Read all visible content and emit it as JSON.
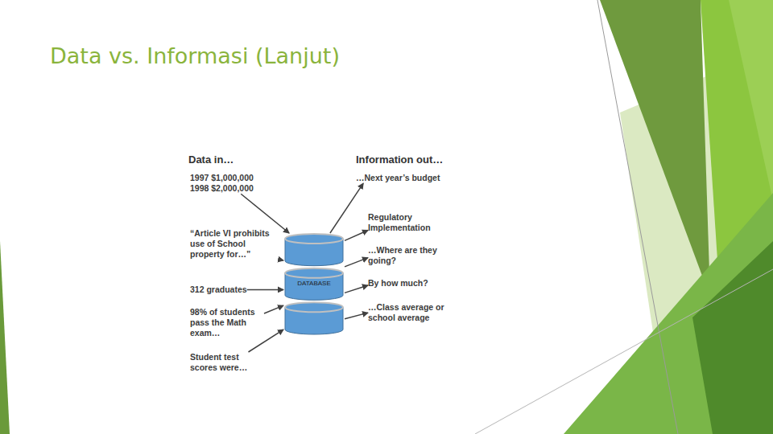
{
  "diagram": {
    "title": "Data vs. Informasi (Lanjut)",
    "nodes": [
      {
        "text": [
          "1997 $1,000,000 1998 $2,000,000"
        ]
      },
      {
        "text": [
          "“Article VI prohibits use of School property for…”"
        ]
      },
      {
        "text": [
          "312 graduates"
        ]
      },
      {
        "text": [
          "98% of students pass the Math exam…"
        ]
      },
      {
        "text": [
          "Student test scores were…"
        ]
      },
      {
        "text": [
          "DATABASE"
        ]
      },
      {
        "text": [
          "…Next year’s budget"
        ]
      },
      {
        "text": [
          "Regulatory Implementation"
        ]
      },
      {
        "text": [
          "…Where are they going?"
        ]
      },
      {
        "text": [
          "By how much?"
        ]
      },
      {
        "text": [
          "…Class average or school average"
        ]
      }
    ],
    "edges": [
      {
        "from": 0,
        "to": 5,
        "arrow": "to"
      },
      {
        "from": 1,
        "to": 5,
        "arrow": "to"
      },
      {
        "from": 2,
        "to": 5,
        "arrow": "to"
      },
      {
        "from": 3,
        "to": 5,
        "arrow": "to"
      },
      {
        "from": 4,
        "to": 5,
        "arrow": "to"
      },
      {
        "from": 5,
        "to": 6,
        "arrow": "to"
      },
      {
        "from": 5,
        "to": 7,
        "arrow": "to"
      },
      {
        "from": 5,
        "to": 8,
        "arrow": "to"
      },
      {
        "from": 5,
        "to": 9,
        "arrow": "to"
      },
      {
        "from": 5,
        "to": 10,
        "arrow": "to"
      }
    ],
    "labels": [
      "Data in…",
      "Information out…"
    ]
  }
}
